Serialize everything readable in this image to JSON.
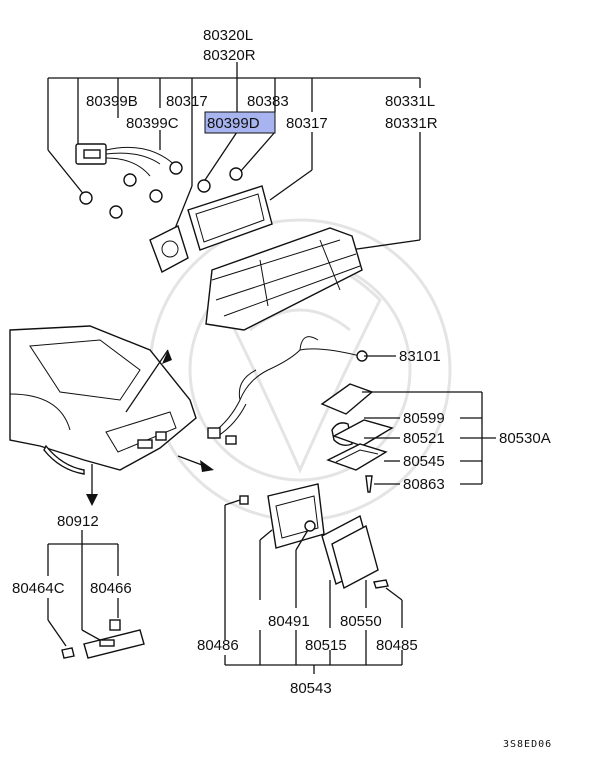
{
  "parts": {
    "p80320L": "80320L",
    "p80320R": "80320R",
    "p80399B": "80399B",
    "p80317a": "80317",
    "p80383": "80383",
    "p80331L": "80331L",
    "p80331R": "80331R",
    "p80399C": "80399C",
    "p80399D": "80399D",
    "p80317b": "80317",
    "p83101": "83101",
    "p80599": "80599",
    "p80521": "80521",
    "p80530A": "80530A",
    "p80545": "80545",
    "p80863": "80863",
    "p80912": "80912",
    "p80464C": "80464C",
    "p80466": "80466",
    "p80486": "80486",
    "p80491": "80491",
    "p80550": "80550",
    "p80515": "80515",
    "p80485": "80485",
    "p80543": "80543"
  },
  "diagram_code": "3S8ED06",
  "highlight_color": "#a8b4f0"
}
